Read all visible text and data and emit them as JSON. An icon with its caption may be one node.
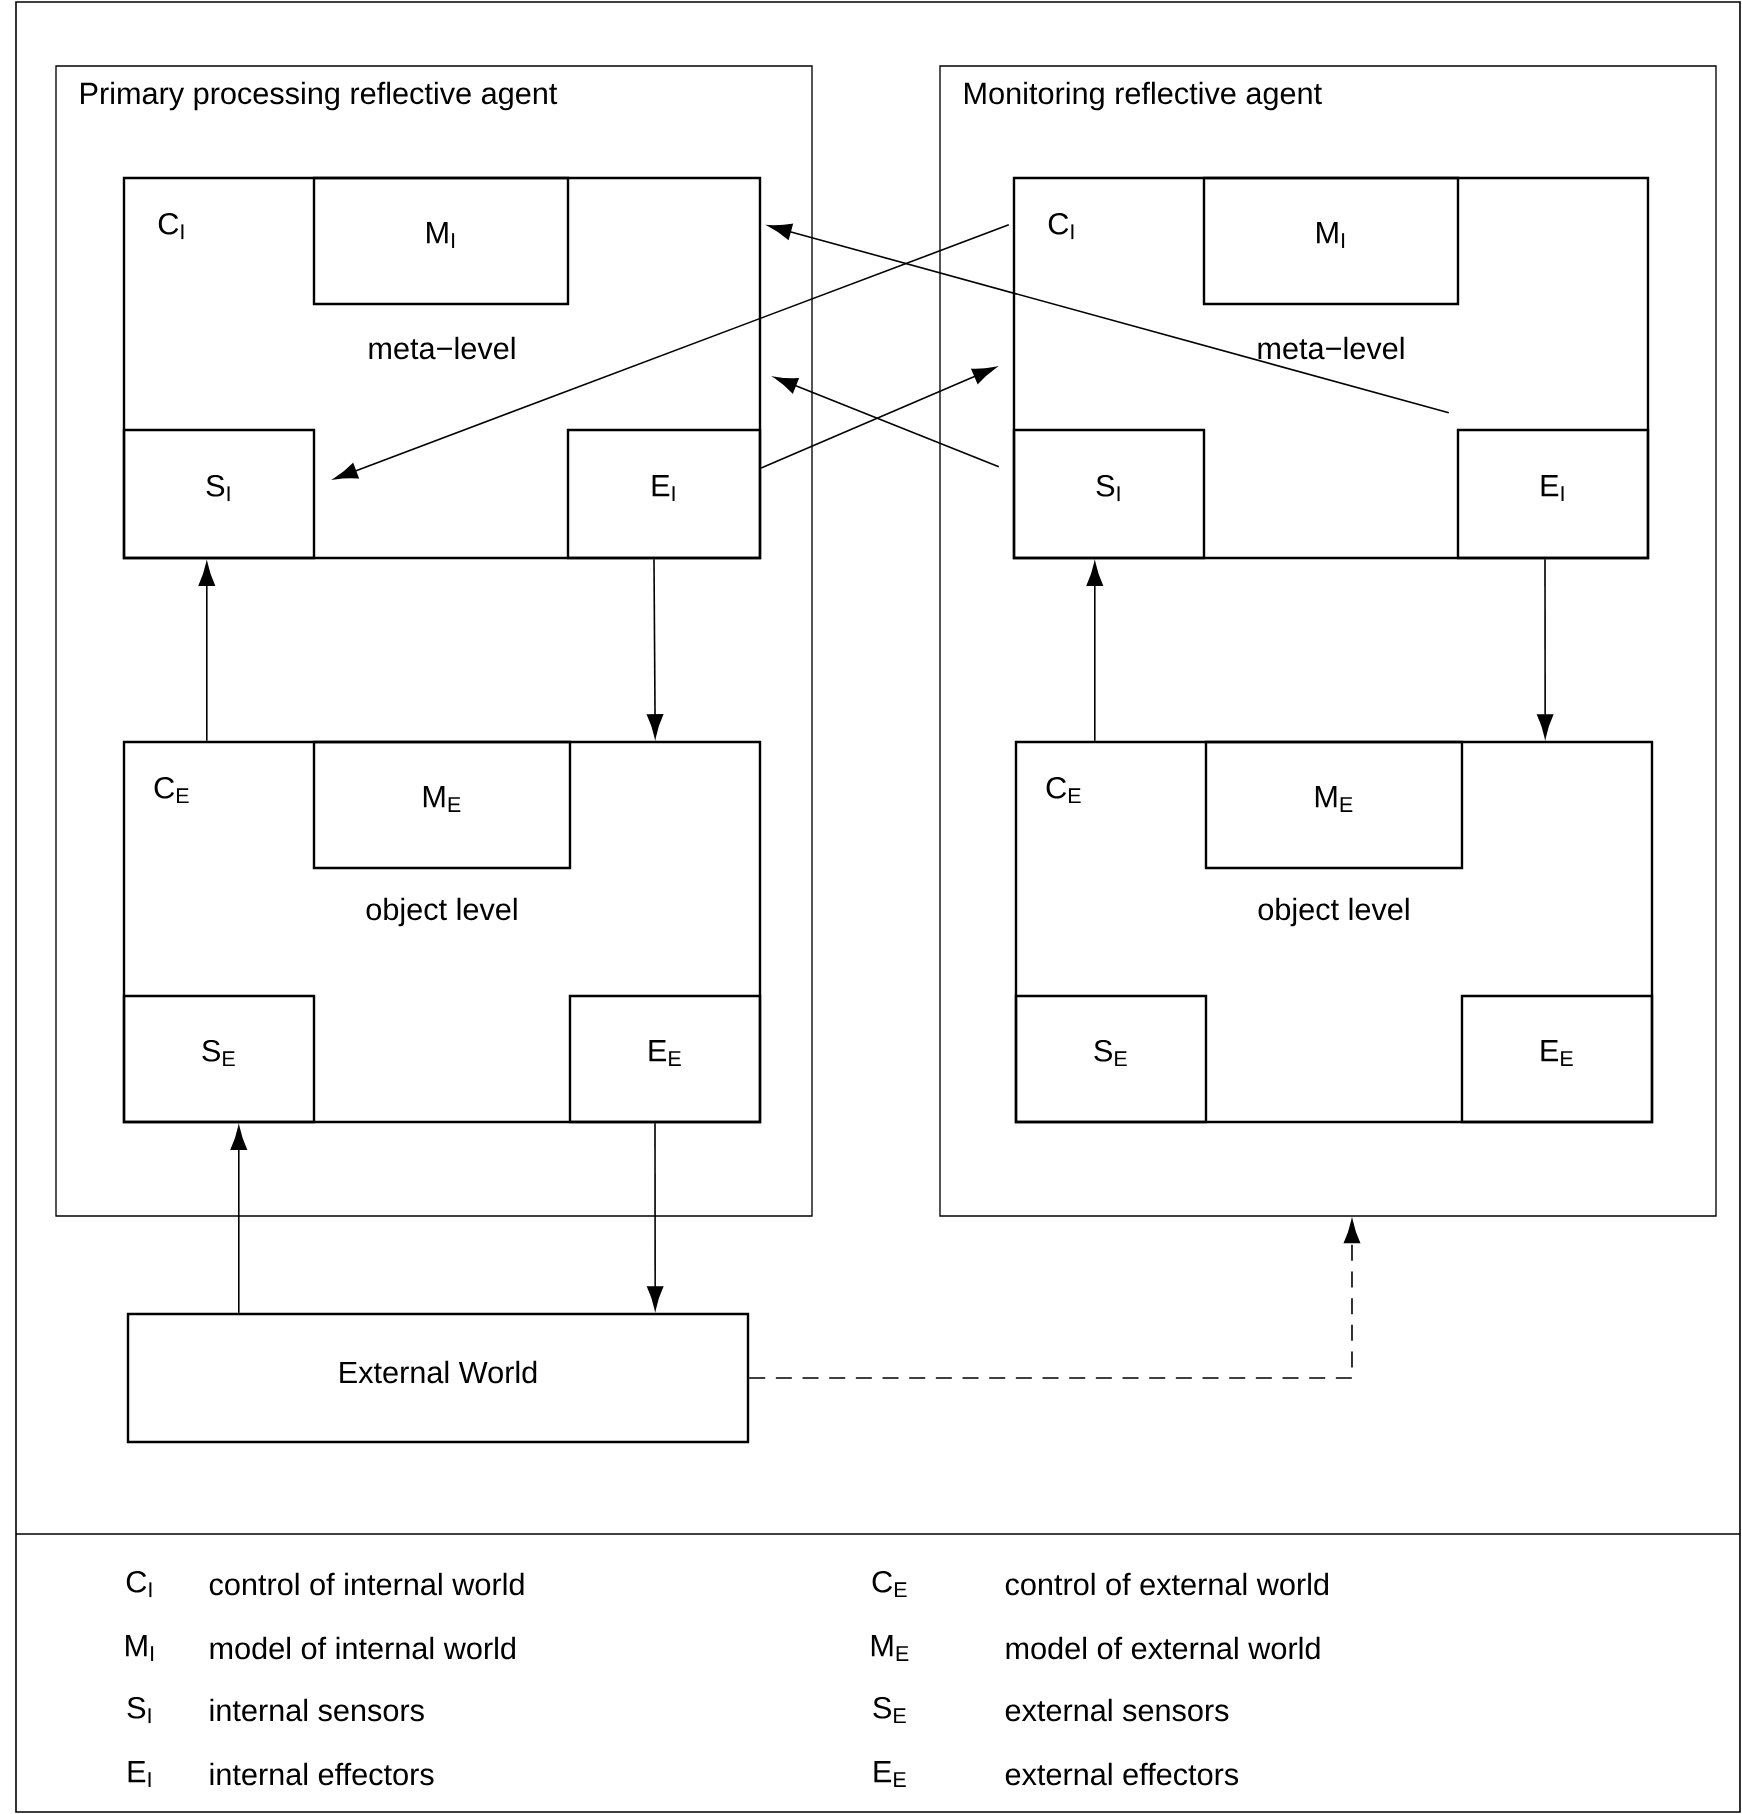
{
  "diagram": {
    "nodes": [
      {
        "text": [
          "Primary processing reflective agent"
        ]
      },
      {
        "text": [
          "C$_{I}$",
          "meta−level"
        ],
        "in": 0
      },
      {
        "text": [
          "M$_{I}$"
        ],
        "in": 1
      },
      {
        "text": [
          "S$_{I}$"
        ],
        "in": 1
      },
      {
        "text": [
          "E$_{I}$"
        ],
        "in": 1
      },
      {
        "text": [
          "C$_{E}$",
          "object level"
        ],
        "in": 0
      },
      {
        "text": [
          "M$_{E}$"
        ],
        "in": 5
      },
      {
        "text": [
          "S$_{E}$"
        ],
        "in": 5
      },
      {
        "text": [
          "E$_{E}$"
        ],
        "in": 5
      },
      {
        "text": [
          "Monitoring reflective agent"
        ]
      },
      {
        "text": [
          "C$_{I}$",
          "meta−level"
        ],
        "in": 9
      },
      {
        "text": [
          "M$_{I}$"
        ],
        "in": 10
      },
      {
        "text": [
          "S$_{I}$"
        ],
        "in": 10
      },
      {
        "text": [
          "E$_{I}$"
        ],
        "in": 10
      },
      {
        "text": [
          "C$_{E}$",
          "object level"
        ],
        "in": 9
      },
      {
        "text": [
          "M$_{E}$"
        ],
        "in": 14
      },
      {
        "text": [
          "S$_{E}$"
        ],
        "in": 14
      },
      {
        "text": [
          "E$_{E}$"
        ],
        "in": 14
      },
      {
        "text": [
          "External World"
        ]
      }
    ],
    "edges": [
      {
        "from": 10,
        "to": 3,
        "arrow": "to"
      },
      {
        "from": 13,
        "to": 1,
        "arrow": "to"
      },
      {
        "from": 4,
        "to": 10,
        "arrow": "to"
      },
      {
        "from": 12,
        "to": 1,
        "arrow": "to"
      },
      {
        "from": 5,
        "to": 3,
        "arrow": "to"
      },
      {
        "from": 4,
        "to": 5,
        "arrow": "to"
      },
      {
        "from": 14,
        "to": 12,
        "arrow": "to"
      },
      {
        "from": 13,
        "to": 14,
        "arrow": "to"
      },
      {
        "from": 18,
        "to": 7,
        "arrow": "to"
      },
      {
        "from": 8,
        "to": 18,
        "arrow": "to"
      },
      {
        "from": 18,
        "to": 9,
        "arrow": "to",
        "style": "dashed"
      }
    ],
    "labels": [
      "C$_{I}$",
      "control of internal world",
      "C$_{E}$",
      "control of external world",
      "M$_{I}$",
      "model of internal world",
      "M$_{E}$",
      "model of external world",
      "S$_{I}$",
      "internal sensors",
      "S$_{E}$",
      "external sensors",
      "E$_{I}$",
      "internal effectors",
      "E$_{E}$",
      "external effectors"
    ]
  }
}
